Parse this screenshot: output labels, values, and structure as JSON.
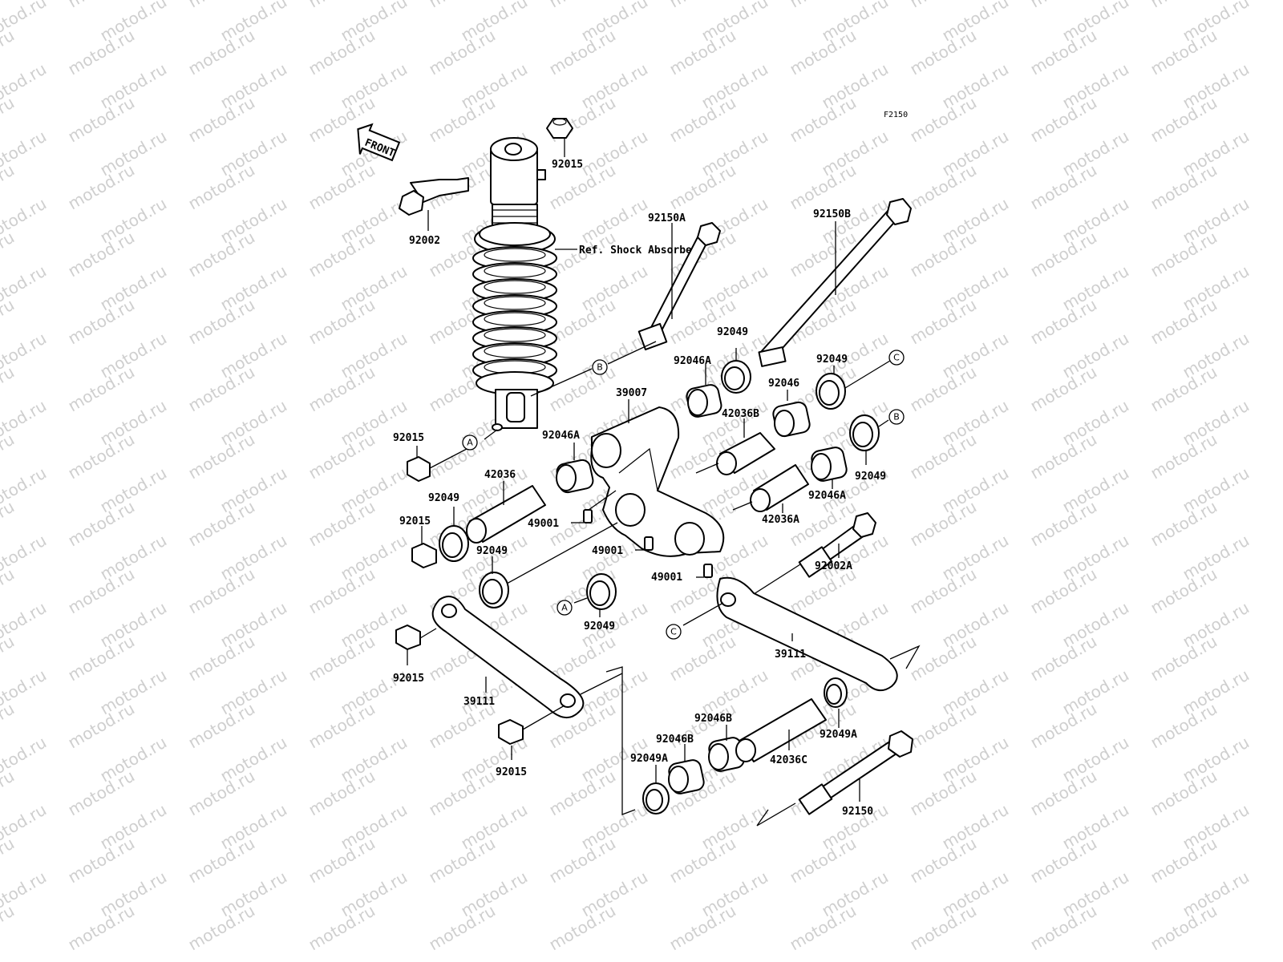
{
  "diagram_code": "F2150",
  "front_arrow_label": "FRONT",
  "reference_label": "Ref. Shock Absorber",
  "watermark_text": "motod.ru",
  "parts": [
    {
      "id": "n92015_top",
      "label": "92015"
    },
    {
      "id": "n92002",
      "label": "92002"
    },
    {
      "id": "n92150A",
      "label": "92150A"
    },
    {
      "id": "n92150B",
      "label": "92150B"
    },
    {
      "id": "n92049_a",
      "label": "92049"
    },
    {
      "id": "n92049_b",
      "label": "92049"
    },
    {
      "id": "n92046A_a",
      "label": "92046A"
    },
    {
      "id": "n92046",
      "label": "92046"
    },
    {
      "id": "n39007",
      "label": "39007"
    },
    {
      "id": "n42036B",
      "label": "42036B"
    },
    {
      "id": "n92015_mid",
      "label": "92015"
    },
    {
      "id": "n92046A_b",
      "label": "92046A"
    },
    {
      "id": "n42036",
      "label": "42036"
    },
    {
      "id": "n92049_c",
      "label": "92049"
    },
    {
      "id": "n92015_l",
      "label": "92015"
    },
    {
      "id": "n49001_a",
      "label": "49001"
    },
    {
      "id": "n92049_d",
      "label": "92049"
    },
    {
      "id": "n49001_b",
      "label": "49001"
    },
    {
      "id": "n92046A_c",
      "label": "92046A"
    },
    {
      "id": "n42036A",
      "label": "42036A"
    },
    {
      "id": "n92049_e",
      "label": "92049"
    },
    {
      "id": "n92002A",
      "label": "92002A"
    },
    {
      "id": "n49001_c",
      "label": "49001"
    },
    {
      "id": "n92049_f",
      "label": "92049"
    },
    {
      "id": "n92015_ll",
      "label": "92015"
    },
    {
      "id": "n39111_a",
      "label": "39111"
    },
    {
      "id": "n39111_b",
      "label": "39111"
    },
    {
      "id": "n92046B_a",
      "label": "92046B"
    },
    {
      "id": "n92046B_b",
      "label": "92046B"
    },
    {
      "id": "n92049A_a",
      "label": "92049A"
    },
    {
      "id": "n92049A_b",
      "label": "92049A"
    },
    {
      "id": "n42036C",
      "label": "42036C"
    },
    {
      "id": "n92015_bot",
      "label": "92015"
    },
    {
      "id": "n92150",
      "label": "92150"
    }
  ],
  "connectors": [
    {
      "id": "cB1",
      "label": "B"
    },
    {
      "id": "cC1",
      "label": "C"
    },
    {
      "id": "cB2",
      "label": "B"
    },
    {
      "id": "cA1",
      "label": "A"
    },
    {
      "id": "cA2",
      "label": "A"
    },
    {
      "id": "cC2",
      "label": "C"
    }
  ]
}
